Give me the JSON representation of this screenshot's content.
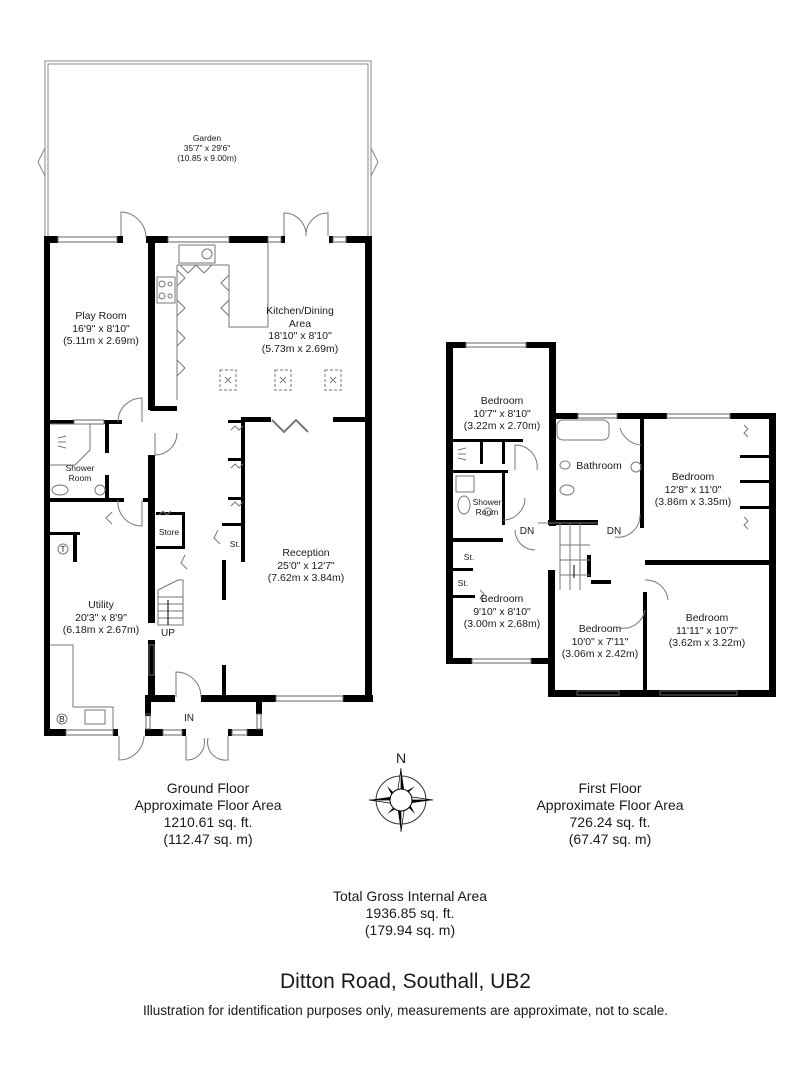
{
  "ground_floor": {
    "rooms": [
      {
        "name": "Garden",
        "imperial": "35'7\" x 29'6\"",
        "metric": "(10.85 x 9.00m)"
      },
      {
        "name": "Play Room",
        "imperial": "16'9\" x 8'10\"",
        "metric": "(5.11m x 2.69m)"
      },
      {
        "name": "Kitchen/Dining",
        "name2": "Area",
        "imperial": "18'10\" x 8'10\"",
        "metric": "(5.73m x 2.69m)"
      },
      {
        "name": "Shower",
        "name2": "Room"
      },
      {
        "name": "Store"
      },
      {
        "name": "St."
      },
      {
        "name": "Reception",
        "imperial": "25'0\" x 12'7\"",
        "metric": "(7.62m x 3.84m)"
      },
      {
        "name": "Utility",
        "imperial": "20'3\" x 8'9\"",
        "metric": "(6.18m x 2.67m)"
      }
    ],
    "markers": {
      "stairs_up": "UP",
      "entrance": "IN",
      "boiler": "B",
      "tank": "T"
    },
    "summary": {
      "title": "Ground Floor",
      "subtitle": "Approximate Floor Area",
      "sqft": "1210.61 sq. ft.",
      "sqm": "(112.47 sq. m)"
    }
  },
  "first_floor": {
    "rooms": [
      {
        "name": "Bedroom",
        "imperial": "10'7\" x 8'10\"",
        "metric": "(3.22m x 2.70m)"
      },
      {
        "name": "Bathroom"
      },
      {
        "name": "Bedroom",
        "imperial": "12'8\" x 11'0\"",
        "metric": "(3.86m x 3.35m)"
      },
      {
        "name": "Shower",
        "name2": "Room"
      },
      {
        "name": "St."
      },
      {
        "name": "St."
      },
      {
        "name": "Bedroom",
        "imperial": "9'10\" x 8'10\"",
        "metric": "(3.00m x 2.68m)"
      },
      {
        "name": "Bedroom",
        "imperial": "10'0\" x 7'11\"",
        "metric": "(3.06m x 2.42m)"
      },
      {
        "name": "Bedroom",
        "imperial": "11'11\" x 10'7\"",
        "metric": "(3.62m x 3.22m)"
      }
    ],
    "markers": {
      "stairs_down_left": "DN",
      "stairs_down_right": "DN"
    },
    "summary": {
      "title": "First Floor",
      "subtitle": "Approximate Floor Area",
      "sqft": "726.24 sq. ft.",
      "sqm": "(67.47 sq. m)"
    }
  },
  "compass": {
    "north_label": "N",
    "icon": "compass-rose-icon"
  },
  "total": {
    "title": "Total Gross Internal Area",
    "sqft": "1936.85 sq. ft.",
    "sqm": "(179.94 sq. m)"
  },
  "property": {
    "address": "Ditton Road, Southall, UB2"
  },
  "disclaimer": "Illustration for identification purposes only, measurements are approximate, not to scale.",
  "colors": {
    "wall": "#000000",
    "line": "#777777",
    "background": "#ffffff",
    "text": "#1a1a1a"
  }
}
